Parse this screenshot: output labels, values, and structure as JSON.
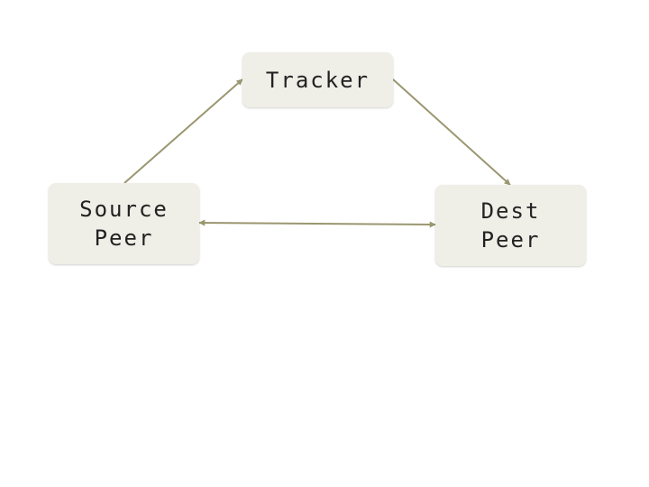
{
  "colors": {
    "node_fill": "#efefe7",
    "edge": "#9a9670",
    "text": "#222222",
    "background": "#ffffff"
  },
  "nodes": {
    "tracker": {
      "label": "Tracker"
    },
    "source": {
      "label": "Source\nPeer"
    },
    "dest": {
      "label": "Dest\nPeer"
    }
  },
  "edges": [
    {
      "from": "source",
      "to": "tracker",
      "arrow": "end"
    },
    {
      "from": "tracker",
      "to": "dest",
      "arrow": "end"
    },
    {
      "from": "source",
      "to": "dest",
      "arrow": "both"
    }
  ]
}
